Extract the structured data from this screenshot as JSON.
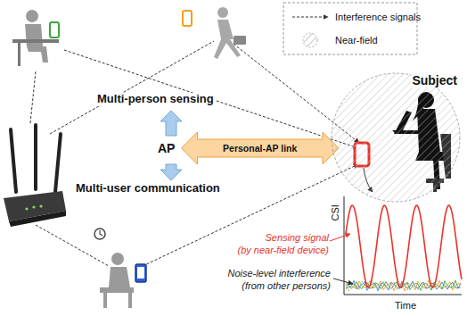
{
  "diagram": {
    "nodes": [
      {
        "text": [
          "AP"
        ]
      },
      {
        "text": [
          "Subject"
        ]
      }
    ],
    "edges": [
      {
        "from": 0,
        "to": 1,
        "arrow": "both",
        "label": "Personal-AP link"
      }
    ],
    "labels": [
      "Multi-person sensing",
      "Multi-user communication",
      "CSI",
      "Time",
      "Sensing signal",
      "(by near-field device)",
      "Noise-level interference",
      "(from other persons)"
    ],
    "legend": [
      {
        "text": "Interference signals"
      },
      {
        "text": "Near-field"
      }
    ]
  }
}
